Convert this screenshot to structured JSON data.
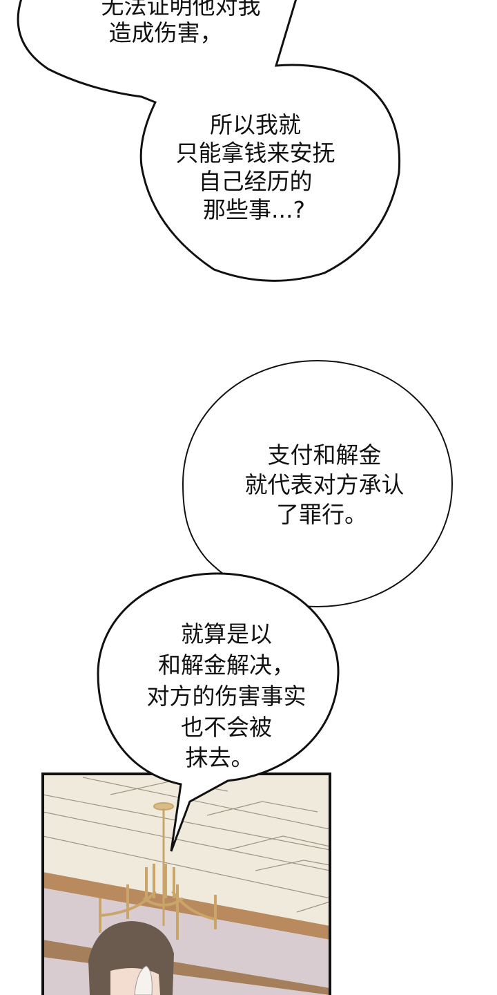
{
  "bubbles": [
    {
      "lines": [
        "无法证明他对我",
        "造成伤害，"
      ]
    },
    {
      "lines": [
        "所以我就",
        "只能拿钱来安抚",
        "自己经历的",
        "那些事...?"
      ]
    },
    {
      "lines": [
        "支付和解金",
        "就代表对方承认",
        "了罪行。"
      ]
    },
    {
      "lines": [
        "就算是以",
        "和解金解决，",
        "对方的伤害事实",
        "也不会被",
        "抹去。"
      ]
    }
  ],
  "colors": {
    "ceiling": "#efeadb",
    "beam": "#b88a5e",
    "wall": "#d9ccd0",
    "hair": "#6b5a4e",
    "gold": "#c9a56a"
  }
}
